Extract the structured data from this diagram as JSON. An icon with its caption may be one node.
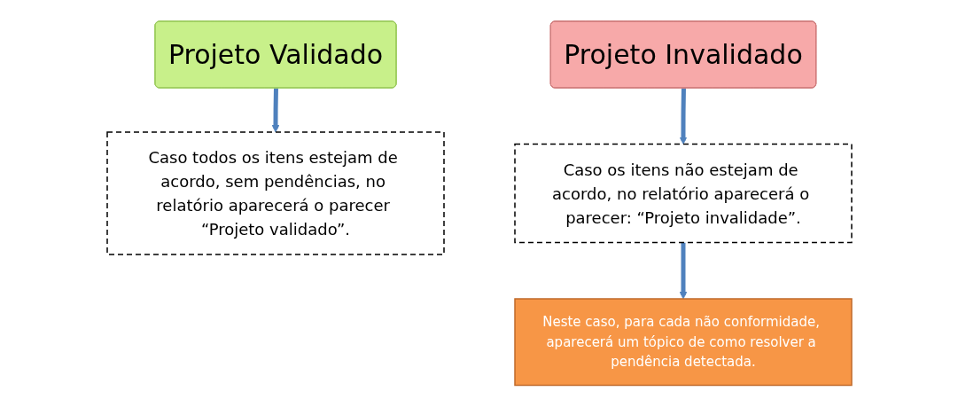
{
  "diagram": {
    "nodes": [
      {
        "text": [
          "Projeto Validado"
        ]
      },
      {
        "text": [
          "Projeto Invalidado"
        ]
      },
      {
        "text": [
          "Caso todos os itens estejam de acordo, sem pendências, no relatório aparecerá o parecer “Projeto validado”."
        ]
      },
      {
        "text": [
          "Caso os itens não estejam de acordo, no relatório aparecerá o parecer: “Projeto invalidade”."
        ]
      },
      {
        "text": [
          "Neste caso, para cada não conformidade, aparecerá um tópico de como resolver a pendência detectada."
        ]
      }
    ],
    "edges": [
      {
        "from": 0,
        "to": 2,
        "arrow": "to"
      },
      {
        "from": 1,
        "to": 3,
        "arrow": "to"
      },
      {
        "from": 3,
        "to": 4,
        "arrow": "to"
      }
    ]
  }
}
